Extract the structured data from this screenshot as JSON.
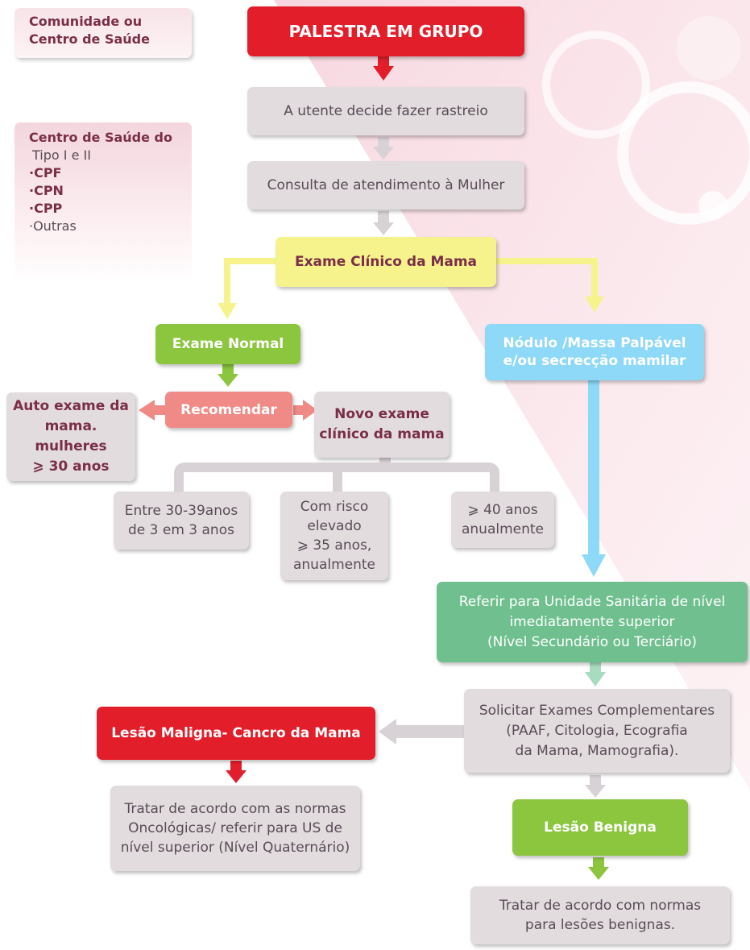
{
  "colors": {
    "red": "#e31e2b",
    "gray_box": "#e2dcdf",
    "yellow": "#f7f38c",
    "green": "#8cc63f",
    "blue": "#8ed8f8",
    "salmon": "#f08a86",
    "teal": "#6fbf8f",
    "text_dark": "#7a2e48"
  },
  "sidebar": {
    "setting_label": "Comunidade ou\nCentro de Saúde",
    "health_center": {
      "title": "Centro de Saúde do",
      "subtitle": "Tipo I e II",
      "items": [
        "·CPF",
        "·CPN",
        "·CPP",
        "·Outras"
      ]
    }
  },
  "nodes": {
    "palestra": "PALESTRA EM GRUPO",
    "decide": "A utente decide fazer rastreio",
    "consulta": "Consulta de atendimento à Mulher",
    "exame_clinico": "Exame Clínico da Mama",
    "exame_normal": "Exame Normal",
    "nodulo": "Nódulo /Massa Palpável\ne/ou secrecção mamilar",
    "recomendar": "Recomendar",
    "auto_exame": "Auto exame da\nmama.\nmulheres\n⩾ 30 anos",
    "novo_exame": "Novo exame\nclínico da mama",
    "entre_30_39": "Entre 30-39anos\nde 3 em 3 anos",
    "risco_elevado": "Com risco\nelevado\n⩾ 35 anos,\nanualmente",
    "mais_40": "⩾ 40 anos\nanualmente",
    "referir": "Referir para Unidade Sanitária de nível\nimediatamente superior\n(Nível Secundário ou Terciário)",
    "solicitar": "Solicitar Exames Complementares\n(PAAF, Citologia, Ecografia\nda Mama, Mamografia).",
    "maligna": "Lesão Maligna- Cancro da Mama",
    "tratar_maligna": "Tratar de acordo com as normas\nOncológicas/ referir para US de\nnível superior (Nível Quaternário)",
    "benigna": "Lesão Benigna",
    "tratar_benigna": "Tratar de acordo com normas\npara lesões benignas."
  }
}
